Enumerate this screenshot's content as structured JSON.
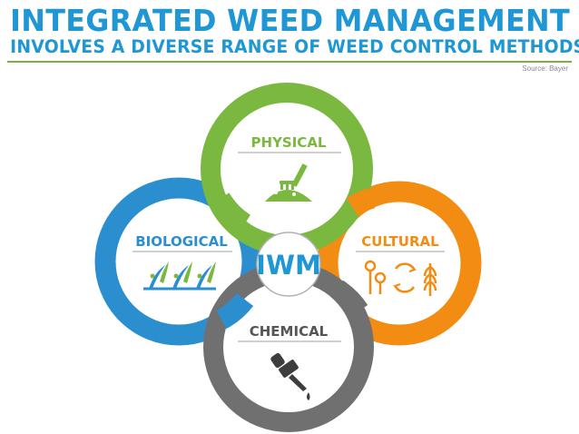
{
  "header": {
    "title_line1": "INTEGRATED WEED MANAGEMENT",
    "title_line2": "INVOLVES A DIVERSE RANGE OF WEED CONTROL METHODS",
    "source": "Source: Bayer"
  },
  "diagram": {
    "center": "IWM",
    "physical": "PHYSICAL",
    "biological": "BIOLOGICAL",
    "cultural": "CULTURAL",
    "chemical": "CHEMICAL"
  },
  "colors": {
    "title_blue": "#1f97d4",
    "green": "#7ab840",
    "blue": "#2b8fcf",
    "orange": "#f28c13",
    "gray": "#707070",
    "rule": "#7ab342"
  },
  "icons": {
    "physical": "rake-soil-icon",
    "biological": "weed-plants-icon",
    "cultural": "flower-cycle-wheat-icon",
    "chemical": "dropper-icon"
  }
}
